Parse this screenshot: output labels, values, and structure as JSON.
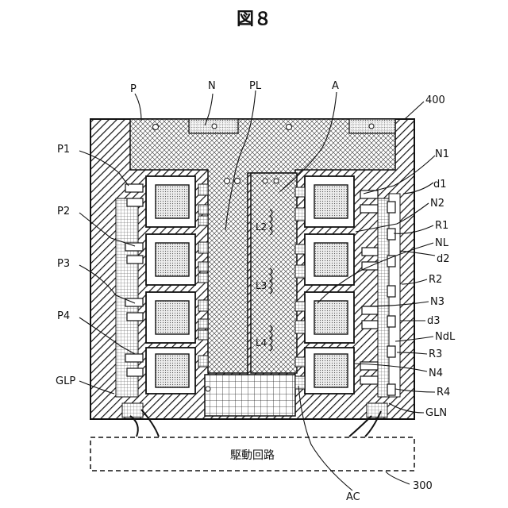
{
  "figure": {
    "title": "図８"
  },
  "labels": {
    "P": "P",
    "N": "N",
    "PL": "PL",
    "A": "A",
    "ref400": "400",
    "P1": "P1",
    "P2": "P2",
    "P3": "P3",
    "P4": "P4",
    "GLP": "GLP",
    "N1": "N1",
    "d1": "d1",
    "N2": "N2",
    "R1": "R1",
    "NL": "NL",
    "d2": "d2",
    "R2": "R2",
    "N3": "N3",
    "d3": "d3",
    "NdL": "NdL",
    "R3": "R3",
    "N4": "N4",
    "R4": "R4",
    "GLN": "GLN",
    "L2": "L2",
    "L3": "L3",
    "L4": "L4",
    "AC": "AC",
    "ref300": "300"
  },
  "drive_circuit": {
    "label": "駆動回路"
  }
}
